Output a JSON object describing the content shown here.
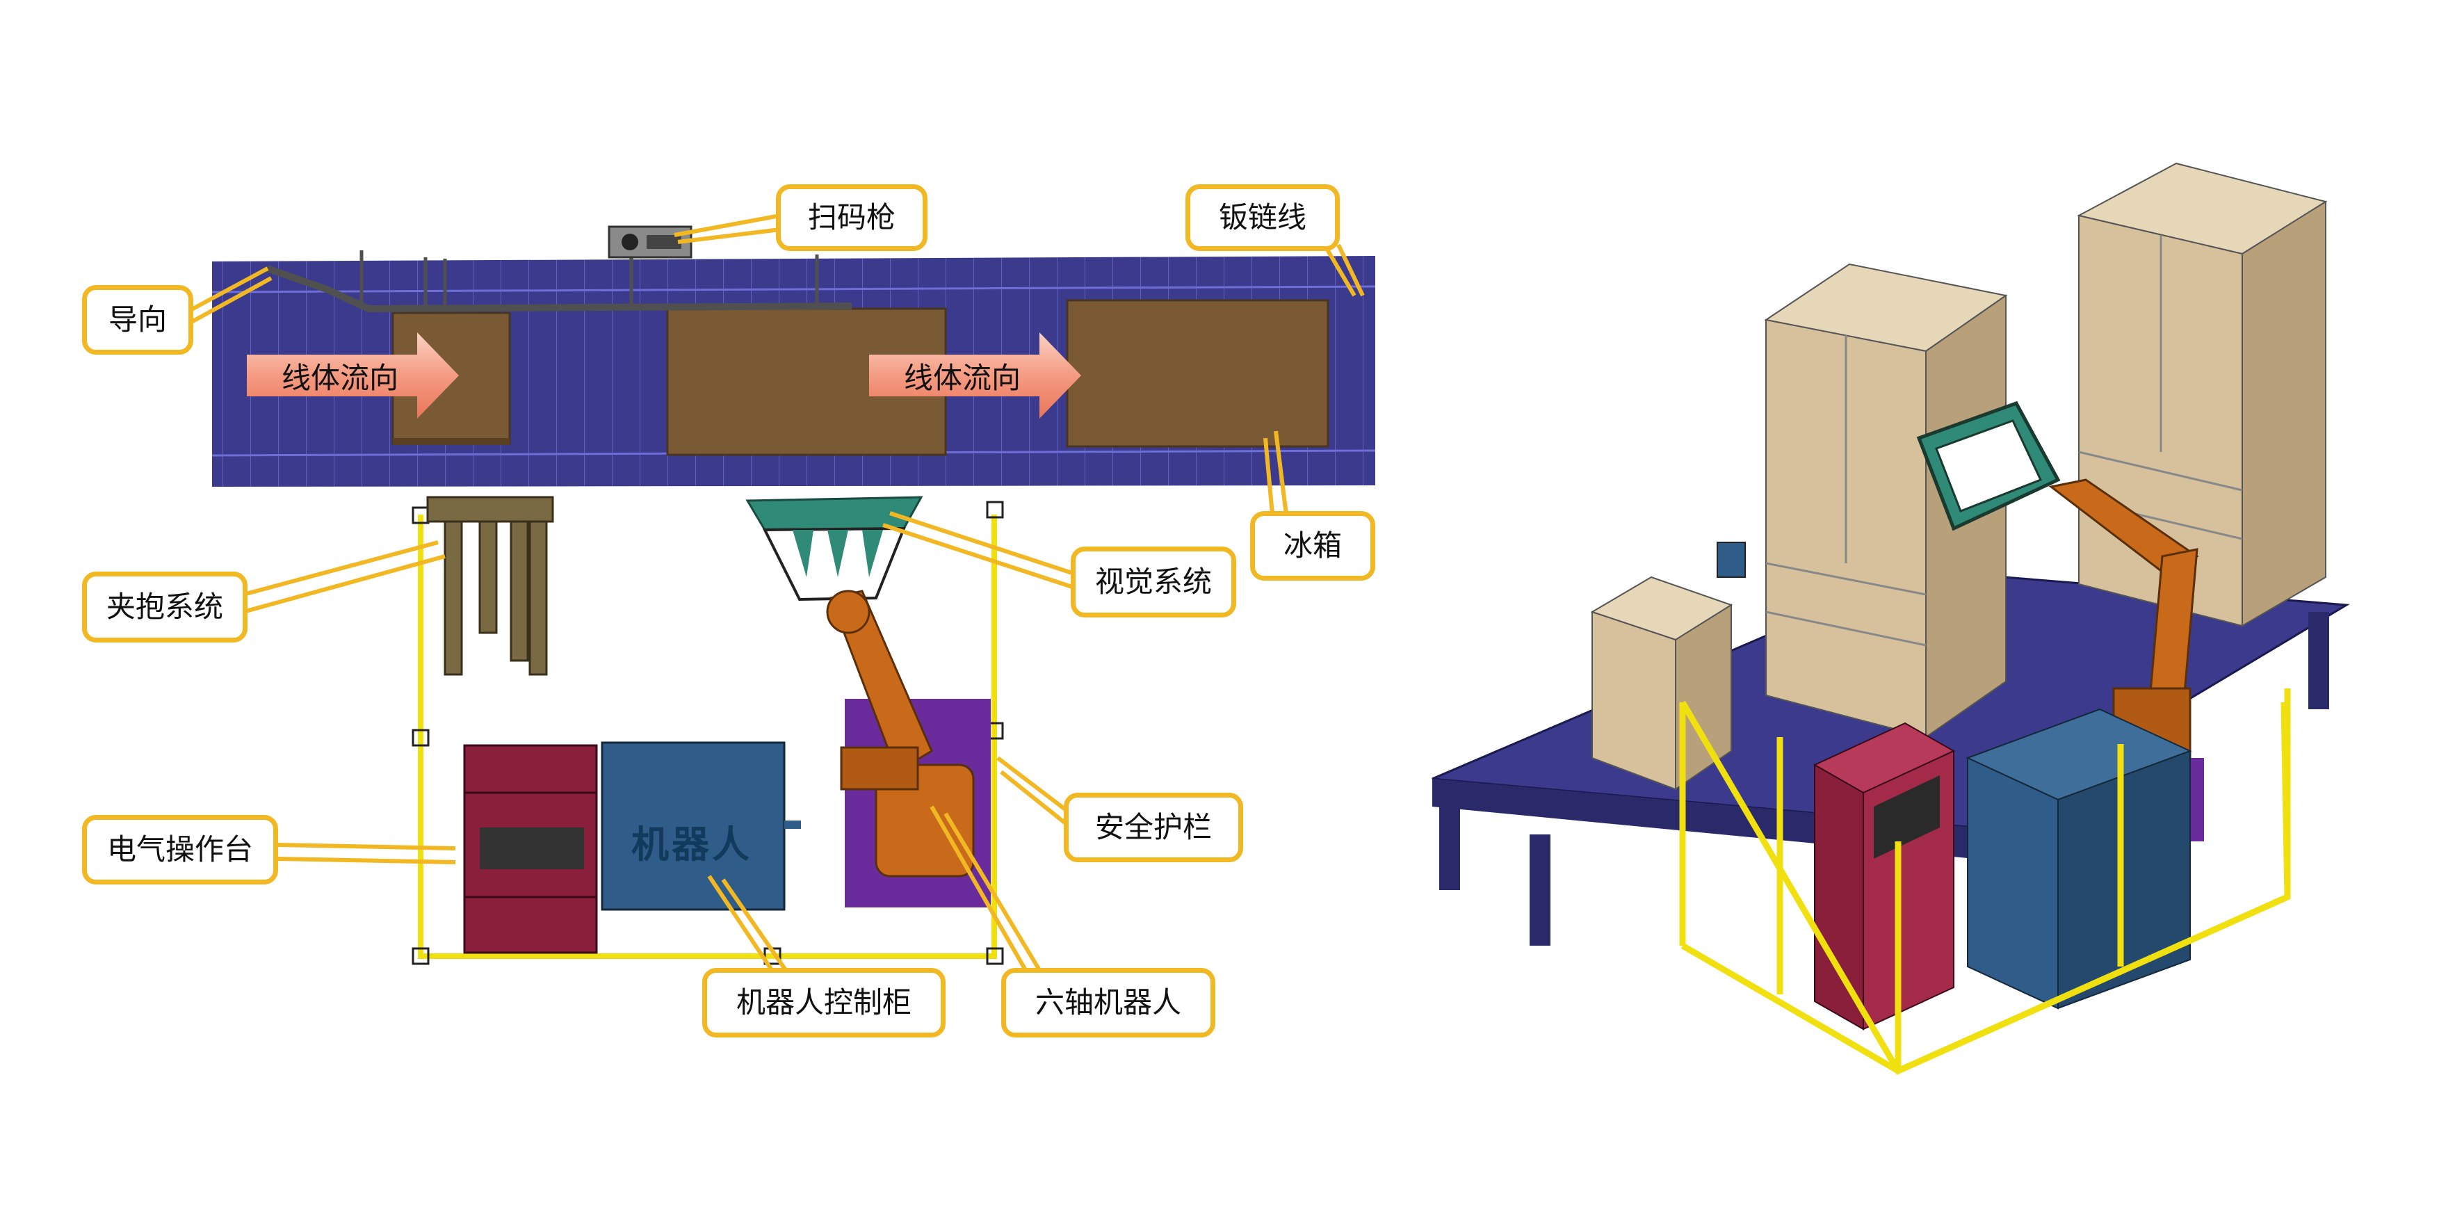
{
  "labels": {
    "guide": "导向",
    "scanner": "扫码枪",
    "chain_line": "钣链线",
    "flow_left": "线体流向",
    "flow_right": "线体流向",
    "fridge": "冰箱",
    "clamp_system": "夹抱系统",
    "vision_system": "视觉系统",
    "electric_console": "电气操作台",
    "safety_fence": "安全护栏",
    "robot_on_cabinet": "机器人",
    "robot_controller": "机器人控制柜",
    "six_axis_robot": "六轴机器人"
  },
  "colors": {
    "callout_border": "#f2b824",
    "leader_line": "#f2b824",
    "conveyor": "#3b3a8c",
    "fridge_box": "#7a5a34",
    "fence": "#f0e010",
    "console": "#8a1f3c",
    "cabinet": "#2f5c88",
    "robot": "#c86a1a",
    "robot_base": "#6a2c9c",
    "vision": "#2f8a78",
    "flow_arrow": "#f49b82",
    "fridge_iso": "#d6c19c"
  }
}
